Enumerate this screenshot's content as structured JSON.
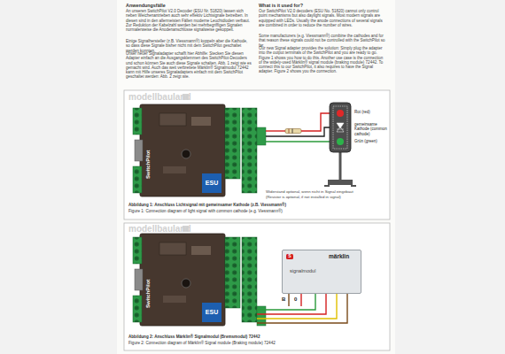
{
  "diagram": {
    "nodes": [
      {
        "text": [
          "Abbildung 1: Anschluss Lichtsignal mit gemeinsamer Kathode (z.B. Viessmann®)",
          "Figure 1: Connection diagram of light signal with common cathode (e.g. Viessmann®)"
        ]
      },
      {
        "text": [
          "SwitchPilot",
          "ESU"
        ],
        "in": 0
      },
      {
        "text": [
          "Abbildung 2: Anschluss Märklin® Signalmodul (Bremsmodul) 72442",
          "Figure 2: Connection diagram of Märklin® Signal module (Braking module) 72442"
        ]
      },
      {
        "text": [
          "SwitchPilot",
          "ESU"
        ],
        "in": 2
      },
      {
        "text": [
          "S",
          "märklin",
          "signalmodul"
        ],
        "in": 2
      }
    ],
    "edges": [
      {
        "from": 3,
        "to": 4,
        "arrow": "none"
      },
      {
        "from": 3,
        "to": 4,
        "arrow": "none"
      },
      {
        "from": 3,
        "to": 4,
        "arrow": "none"
      },
      {
        "from": 3,
        "to": 4,
        "arrow": "none"
      }
    ],
    "labels": [
      "Anwendungsfälle",
      "An unseren SwitchPilot V2.0 Decoder (ESU Nr. 51820) lassen sich neben Weichenantrieben auch sehr effektiv Lichtsignale betreiben. In diesen sind in den allermeisten Fällen moderne Leuchtdioden verbaut. Zur Reduktion der Kabelzahl werden bei mehrbegriffigen Signalen normalerweise die Anodenanschlüsse signalweise gekoppelt.",
      "Einige Signalhersteller (z.B. Viessmann®) koppeln aber die Kathode, so dass diese Signale bisher nicht mit dem SwitchPilot geschaltet werden konnten.",
      "Unser neuer Signaladapter schafft hier Abhilfe: Stecken Sie diesen Adapter einfach an die Ausgangsklemmen des SwitchPilot-Decoders und schon können Sie auch diese Signale schalten. Abb. 1 zeigt wie es gemacht wird. Auch das weit verbreitete Märklin® Signalmodul 72442 kann mit Hilfe unseres Signaladapters einfach mit dem SwitchPilot geschaltet werden: Abb. 2 zeigt wie.",
      "What is it used for?",
      "Our SwitchPilot V2.0 decoders (ESU No. 51820) cannot only control point mechanisms but also daylight signals. Most modern signals are equipped with LEDs. Usually the anode connections of several signals are combined in order to reduce the number of wires.",
      "Some manufacturers (e.g. Viessmann®) combine the cathodes and for that reason these signals could not be controlled with the SwitchPilot so far.",
      "Our new Signal adapter provides the solution: Simply plug the adapter into the output terminals of the SwitchPilot and you are ready to go. Figure 1 shows you how to do this. Another use case is the connection of the widely-used Märklin® signal module (braking module) 72442. To connect this to our SwitchPilot, it also requires to have the Signal adapter. Figure 2 shows you the connection.",
      "modellbauland",
      "Rot (red)",
      "gemeinsame Kathode (common cathode)",
      "Grün (green)",
      "Widerstand optional, wenn nicht in Signal eingebaut",
      "(Resistor is optional, if not installed in signal)",
      "modellbauland",
      "B",
      "0"
    ]
  }
}
